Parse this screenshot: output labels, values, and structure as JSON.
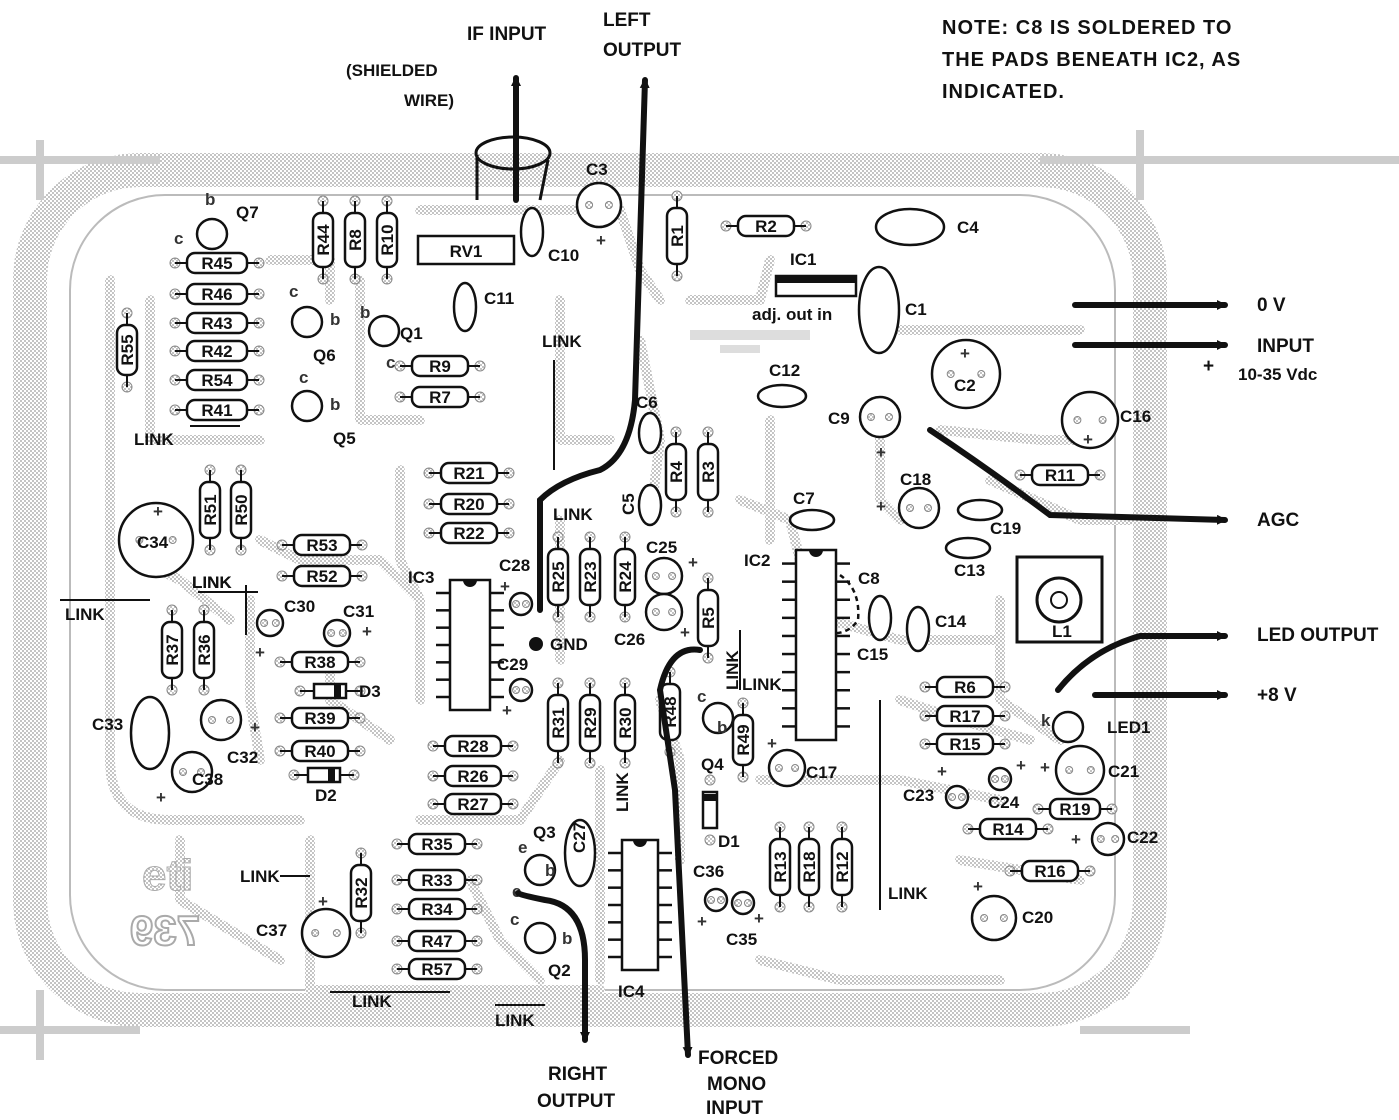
{
  "note": {
    "line1": "NOTE: C8 IS SOLDERED TO",
    "line2": "THE PADS BENEATH IC2, AS",
    "line3": "INDICATED."
  },
  "connections": {
    "if_input": "IF INPUT",
    "shielded1": "(SHIELDED",
    "shielded2": "WIRE)",
    "left_output1": "LEFT",
    "left_output2": "OUTPUT",
    "zero_v": "0 V",
    "input": "INPUT",
    "input_range": "10-35 Vdc",
    "agc": "AGC",
    "led_output": "LED OUTPUT",
    "plus8v": "+8 V",
    "right_output1": "RIGHT",
    "right_output2": "OUTPUT",
    "forced_mono1": "FORCED",
    "forced_mono2": "MONO",
    "forced_mono3": "INPUT"
  },
  "board_marks": {
    "board_number": "739",
    "logo": "eti",
    "adj_out_in": "adj. out in",
    "gnd": "GND"
  },
  "resistors": {
    "r1": "R1",
    "r2": "R2",
    "r3": "R3",
    "r4": "R4",
    "r5": "R5",
    "r6": "R6",
    "r7": "R7",
    "r8": "R8",
    "r9": "R9",
    "r10": "R10",
    "r11": "R11",
    "r12": "R12",
    "r13": "R13",
    "r14": "R14",
    "r15": "R15",
    "r16": "R16",
    "r17": "R17",
    "r18": "R18",
    "r19": "R19",
    "r20": "R20",
    "r21": "R21",
    "r22": "R22",
    "r23": "R23",
    "r24": "R24",
    "r25": "R25",
    "r26": "R26",
    "r27": "R27",
    "r28": "R28",
    "r29": "R29",
    "r30": "R30",
    "r31": "R31",
    "r32": "R32",
    "r33": "R33",
    "r34": "R34",
    "r35": "R35",
    "r36": "R36",
    "r37": "R37",
    "r38": "R38",
    "r39": "R39",
    "r40": "R40",
    "r41": "R41",
    "r42": "R42",
    "r43": "R43",
    "r44": "R44",
    "r45": "R45",
    "r46": "R46",
    "r47": "R47",
    "r48": "R48",
    "r49": "R49",
    "r50": "R50",
    "r51": "R51",
    "r52": "R52",
    "r53": "R53",
    "r54": "R54",
    "r55": "R55",
    "r57": "R57",
    "rv1": "RV1"
  },
  "capacitors": {
    "c1": "C1",
    "c2": "C2",
    "c3": "C3",
    "c4": "C4",
    "c5": "C5",
    "c6": "C6",
    "c7": "C7",
    "c8": "C8",
    "c9": "C9",
    "c10": "C10",
    "c11": "C11",
    "c12": "C12",
    "c13": "C13",
    "c14": "C14",
    "c15": "C15",
    "c16": "C16",
    "c17": "C17",
    "c18": "C18",
    "c19": "C19",
    "c20": "C20",
    "c21": "C21",
    "c22": "C22",
    "c23": "C23",
    "c24": "C24",
    "c25": "C25",
    "c26": "C26",
    "c27": "C27",
    "c28": "C28",
    "c29": "C29",
    "c30": "C30",
    "c31": "C31",
    "c32": "C32",
    "c33": "C33",
    "c34": "C34",
    "c35": "C35",
    "c36": "C36",
    "c37": "C37",
    "c38": "C38"
  },
  "semis": {
    "ic1": "IC1",
    "ic2": "IC2",
    "ic3": "IC3",
    "ic4": "IC4",
    "q1": "Q1",
    "q2": "Q2",
    "q3": "Q3",
    "q4": "Q4",
    "q5": "Q5",
    "q6": "Q6",
    "q7": "Q7",
    "d1": "D1",
    "d2": "D2",
    "d3": "D3",
    "led1": "LED1",
    "l1": "L1"
  },
  "pins": {
    "b": "b",
    "c": "c",
    "e": "e",
    "k": "k",
    "plus": "+"
  },
  "links": {
    "link": "LINK"
  }
}
